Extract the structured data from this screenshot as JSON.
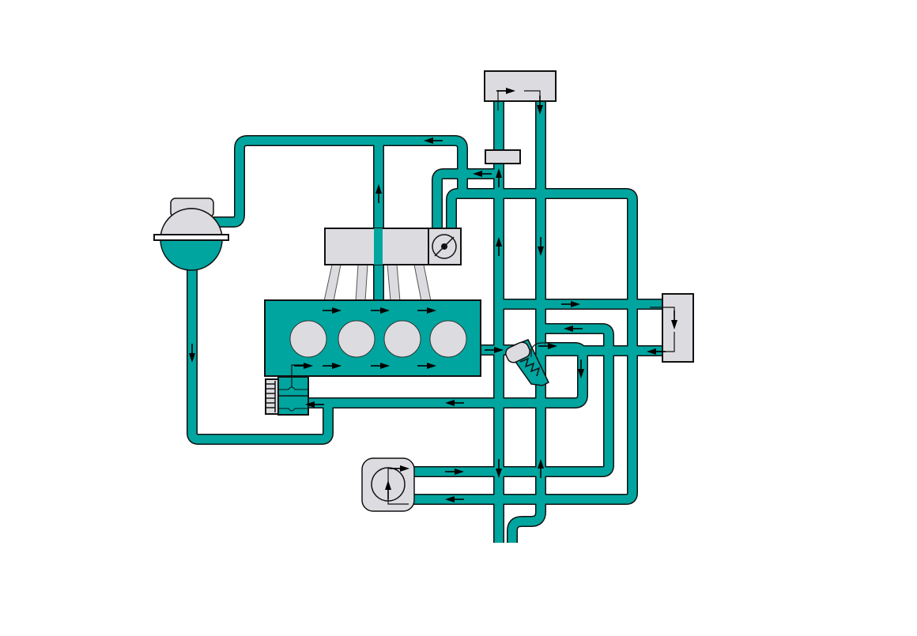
{
  "diagram": {
    "subject": "engine-cooling-circuit",
    "colors": {
      "coolant": "#00a59f",
      "component": "#dcdce0",
      "outline": "#111111",
      "arrow": "#000000"
    },
    "components": [
      "expansion-tank",
      "intake-manifold",
      "throttle-body",
      "engine-block",
      "oil-cooler",
      "thermostat",
      "coolant-pump",
      "heater-core",
      "radiator-top-tank",
      "temperature-sender"
    ]
  }
}
